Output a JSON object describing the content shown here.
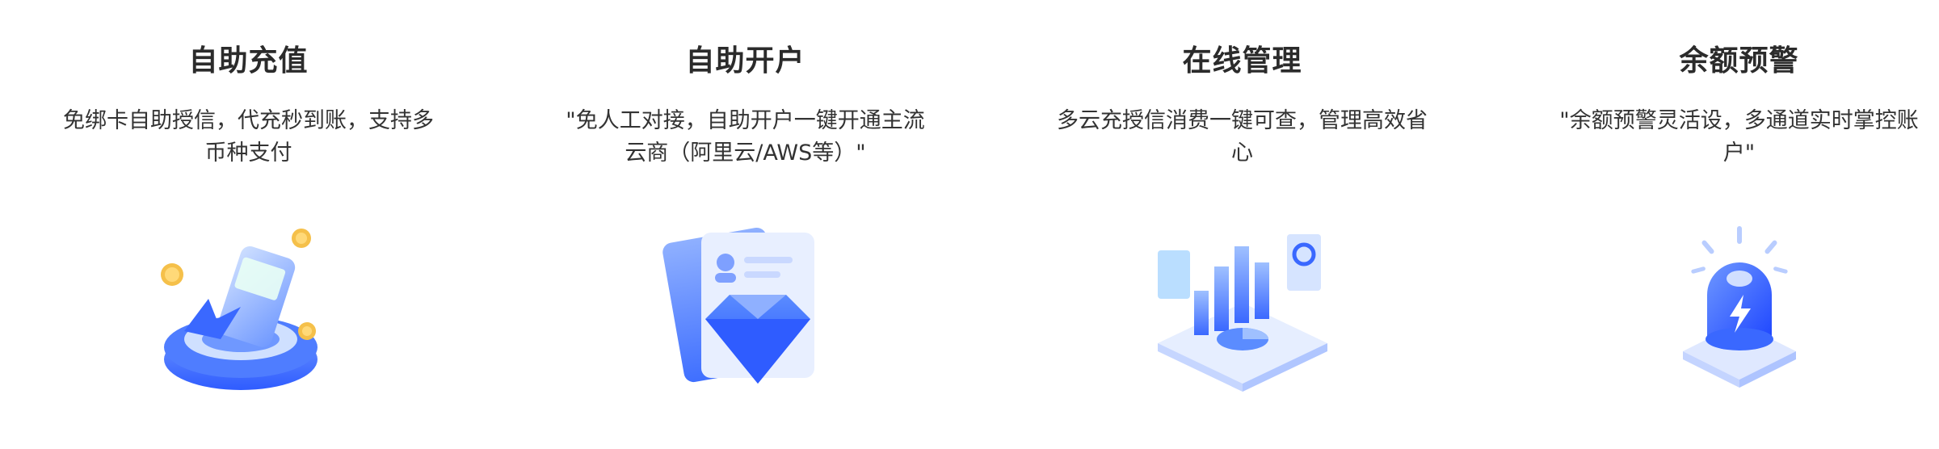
{
  "features": [
    {
      "title": "自助充值",
      "description": "免绑卡自助授信，代充秒到账，支持多币种支付",
      "icon": "wallet-phone-coins-icon"
    },
    {
      "title": "自助开户",
      "description": "\"免人工对接，自助开户一键开通主流云商（阿里云/AWS等）\"",
      "icon": "id-card-diamond-icon"
    },
    {
      "title": "在线管理",
      "description": "多云充授信消费一键可查，管理高效省心",
      "icon": "dashboard-charts-icon"
    },
    {
      "title": "余额预警",
      "description": "\"余额预警灵活设，多通道实时掌控账户\"",
      "icon": "alarm-siren-icon"
    }
  ],
  "colors": {
    "primary": "#2f6bff",
    "light": "#a9c4ff",
    "gold": "#f5c04a"
  }
}
